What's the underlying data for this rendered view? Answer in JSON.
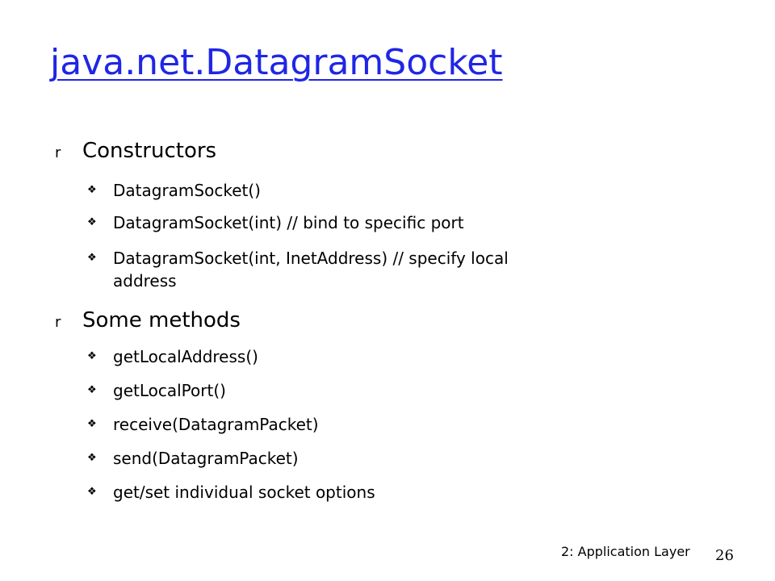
{
  "title": "java.net.DatagramSocket",
  "sections": [
    {
      "label": "Constructors",
      "items": [
        "DatagramSocket()",
        "DatagramSocket(int)  // bind to specific port",
        "DatagramSocket(int, InetAddress)  // specify local address"
      ]
    },
    {
      "label": "Some methods",
      "items": [
        "getLocalAddress()",
        "getLocalPort()",
        "receive(DatagramPacket)",
        "send(DatagramPacket)",
        "get/set individual socket options"
      ]
    }
  ],
  "footer": {
    "label": "2: Application Layer",
    "page_number": "26"
  },
  "colors": {
    "title": "#1f26e6"
  },
  "icons": {
    "section_bullet": "square-bullet-icon",
    "item_bullet": "diamond-bullet-icon"
  }
}
